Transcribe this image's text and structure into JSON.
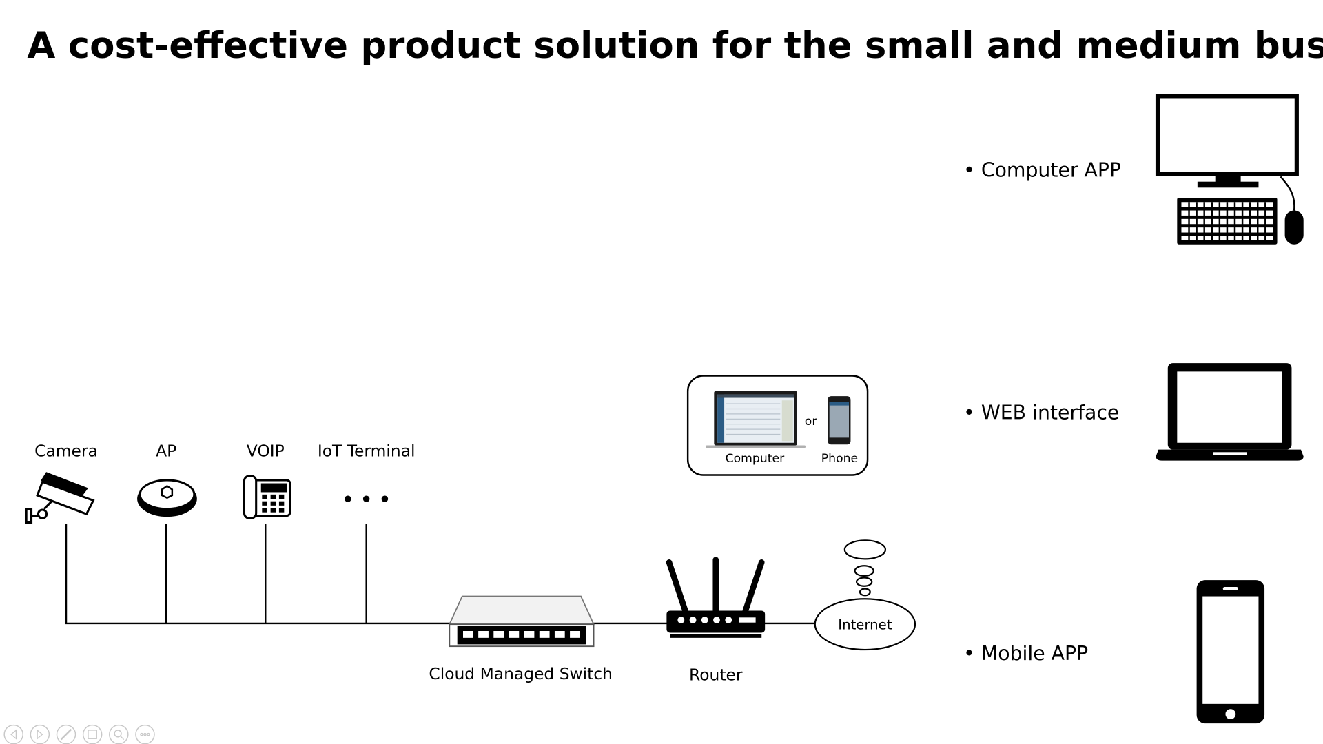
{
  "title": "A cost-effective product solution for the small and medium business",
  "devices": {
    "camera": "Camera",
    "ap": "AP",
    "voip": "VOIP",
    "iot": "IoT Terminal",
    "more": "• • •"
  },
  "network": {
    "switch": "Cloud Managed Switch",
    "router": "Router",
    "internet": "Internet"
  },
  "access_box": {
    "computer": "Computer",
    "or": "or",
    "phone": "Phone"
  },
  "clients": [
    {
      "label": "• Computer APP",
      "icon": "desktop-computer-icon"
    },
    {
      "label": "• WEB interface",
      "icon": "laptop-icon"
    },
    {
      "label": "• Mobile APP",
      "icon": "smartphone-icon"
    }
  ],
  "slide_controls": [
    "previous-icon",
    "next-icon",
    "pen-icon",
    "slides-icon",
    "zoom-icon",
    "more-icon"
  ]
}
